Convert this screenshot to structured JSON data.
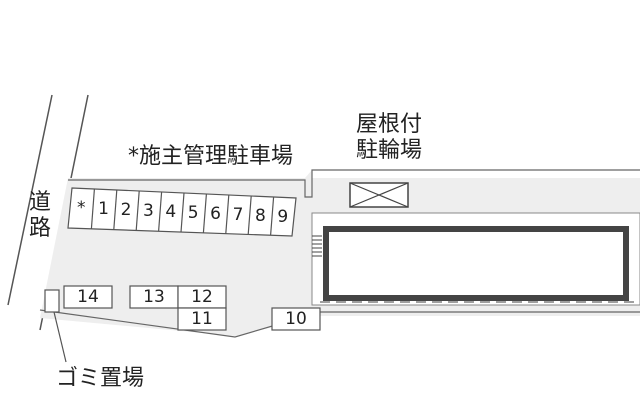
{
  "labels": {
    "owner_parking": "*施主管理駐車場",
    "roofed_bike_line1": "屋根付",
    "roofed_bike_line2": "駐輪場",
    "road": "道路",
    "garbage": "ゴミ置場"
  },
  "parking_top_row": [
    "*",
    "1",
    "2",
    "3",
    "4",
    "5",
    "6",
    "7",
    "8",
    "9"
  ],
  "parking_lower": {
    "slot_14": "14",
    "slot_13": "13",
    "slot_12": "12",
    "slot_11": "11",
    "slot_10": "10"
  },
  "colors": {
    "lot_fill": "#eeeeee",
    "outline": "#555555",
    "building_frame": "#444444"
  }
}
